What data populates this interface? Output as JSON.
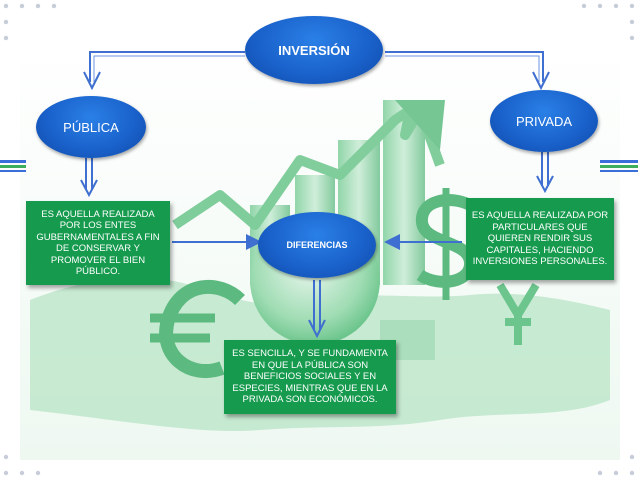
{
  "diagram": {
    "root": {
      "label": "INVERSIÓN"
    },
    "publica": {
      "label": "PÚBLICA",
      "description": "ES AQUELLA REALIZADA POR LOS ENTES GUBERNAMENTALES A FIN DE CONSERVAR Y PROMOVER EL BIEN PÚBLICO."
    },
    "privada": {
      "label": "PRIVADA",
      "description": "ES AQUELLA REALIZADA POR PARTICULARES QUE QUIEREN RENDIR SUS CAPITALES, HACIENDO INVERSIONES PERSONALES."
    },
    "diferencias": {
      "label": "DIFERENCIAS",
      "description": "ES SENCILLA, Y SE FUNDAMENTA EN QUE LA PÚBLICA SON BENEFICIOS SOCIALES Y EN ESPECIES, MIENTRAS QUE EN LA PRIVADA SON ECONÓMICOS."
    }
  },
  "colors": {
    "node_blue": "#1a62cc",
    "box_green": "#169a4e",
    "arrow_blue": "#3f6fd0",
    "background_green": "#8fd6a6",
    "corner_dots": "#c7ccd9",
    "side_stripe_blue": "#3a6ed8",
    "side_stripe_green": "#3cae5c"
  }
}
